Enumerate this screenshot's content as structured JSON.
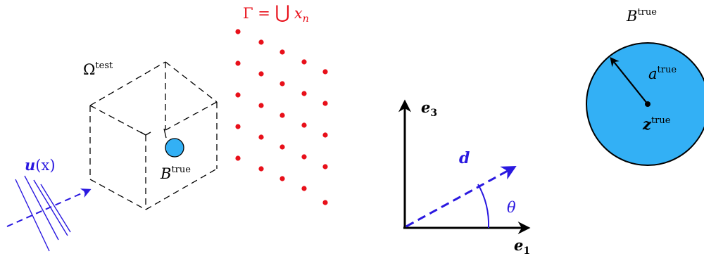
{
  "labels": {
    "gamma_lhs": "Γ = ",
    "gamma_union": "⋃",
    "gamma_x": "x",
    "gamma_sub": "n",
    "omega_base": "Ω",
    "omega_sup": "test",
    "btrue_base": "B",
    "btrue_sup": "true",
    "u_bold": "u",
    "u_arg": "(x)",
    "e3_base": "e",
    "e3_sub": "3",
    "e1_base": "e",
    "e1_sub": "1",
    "d": "d",
    "theta": "θ",
    "btrue_right_base": "B",
    "btrue_right_sup": "true",
    "a_base": "a",
    "a_sup": "true",
    "z_base": "z",
    "z_sup": "true"
  },
  "colors": {
    "red": "#e8101a",
    "blue": "#2a18e0",
    "fill_blue": "#33b0f5",
    "black": "#000000"
  }
}
